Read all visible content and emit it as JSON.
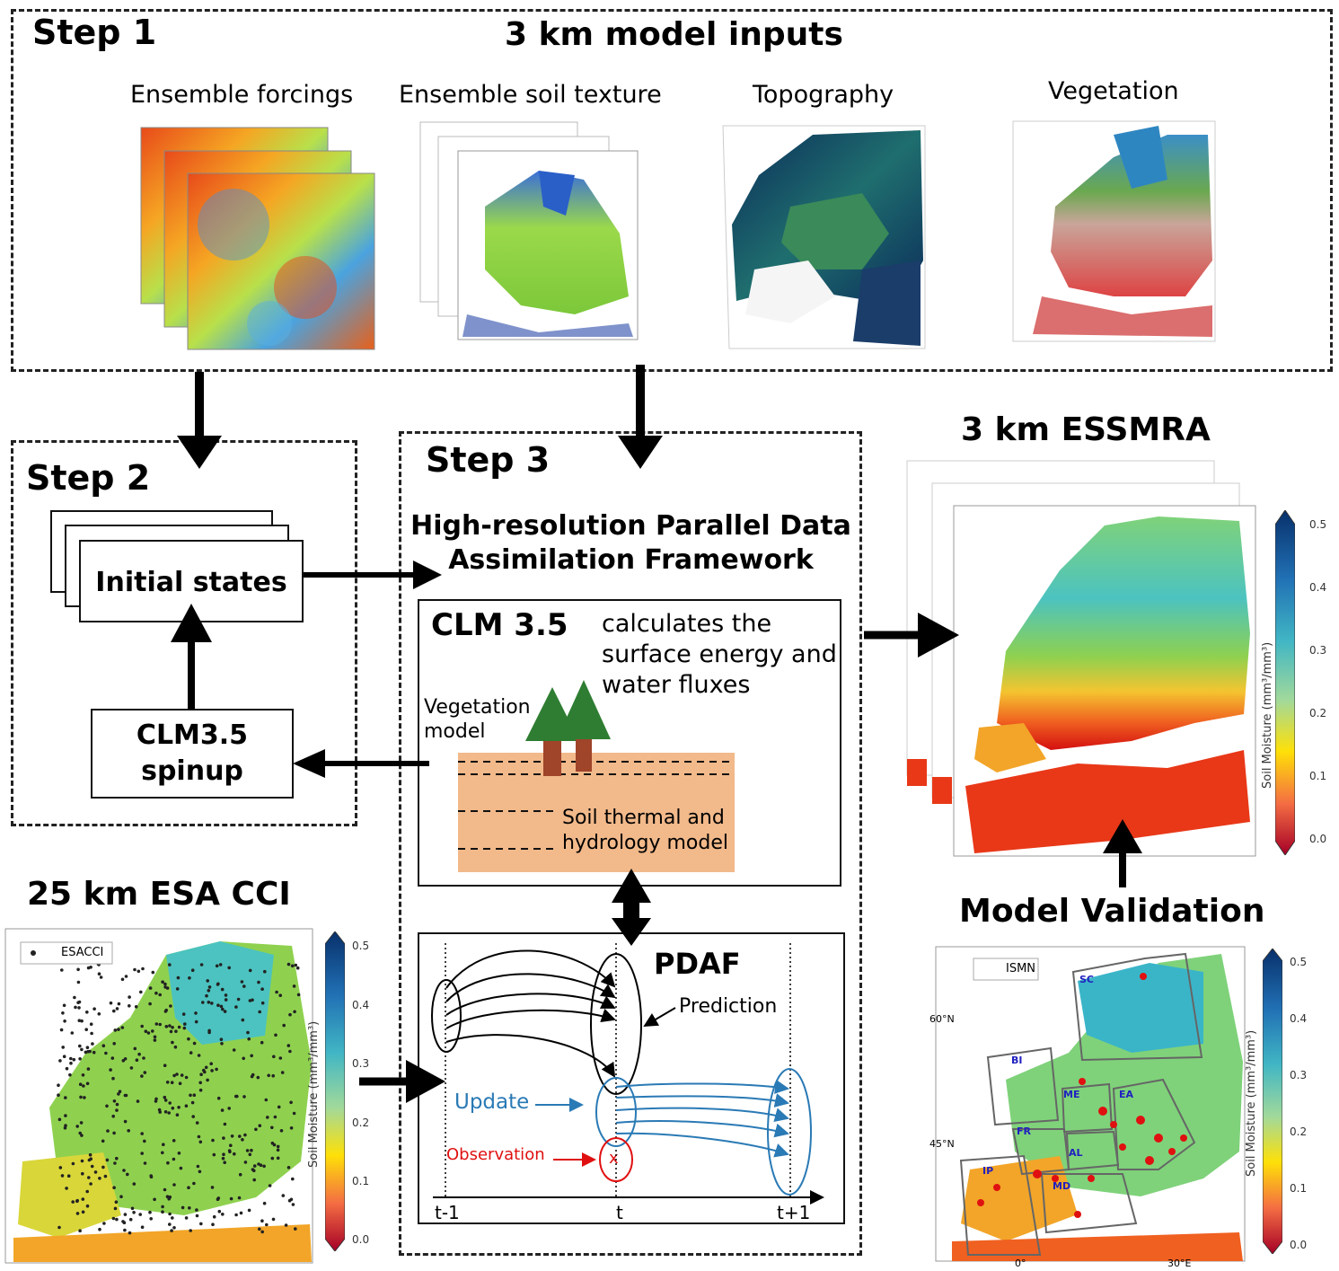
{
  "step1": {
    "label": "Step 1",
    "title": "3 km model inputs",
    "inputs": [
      "Ensemble forcings",
      "Ensemble soil texture",
      "Topography",
      "Vegetation"
    ]
  },
  "step2": {
    "label": "Step 2",
    "initial_states": "Initial states",
    "spinup_line1": "CLM3.5",
    "spinup_line2": "spinup"
  },
  "step3": {
    "label": "Step 3",
    "title_line1": "High-resolution Parallel Data",
    "title_line2": "Assimilation Framework",
    "clm": {
      "name": "CLM 3.5",
      "desc_line1": "calculates the",
      "desc_line2": "surface energy and",
      "desc_line3": "water fluxes",
      "veg_line1": "Vegetation",
      "veg_line2": "model",
      "soil_line1": "Soil thermal and",
      "soil_line2": "hydrology model"
    },
    "pdaf": {
      "name": "PDAF",
      "prediction": "Prediction",
      "update": "Update",
      "observation": "Observation",
      "obs_marker": "x",
      "t_prev": "t-1",
      "t_now": "t",
      "t_next": "t+1"
    }
  },
  "essmra": {
    "title": "3 km ESSMRA",
    "colorbar_title": "Soil Moisture (mm³/mm³)",
    "ticks": [
      "0.5",
      "0.4",
      "0.3",
      "0.2",
      "0.1",
      "0.0"
    ]
  },
  "esacci": {
    "title": "25 km ESA CCI",
    "legend": "ESACCI",
    "colorbar_title": "Soil Moisture (mm³/mm³)",
    "ticks": [
      "0.5",
      "0.4",
      "0.3",
      "0.2",
      "0.1",
      "0.0"
    ]
  },
  "validation": {
    "title": "Model Validation",
    "legend": "ISMN",
    "colorbar_title": "Soil Moisture (mm³/mm³)",
    "ticks": [
      "0.5",
      "0.4",
      "0.3",
      "0.2",
      "0.1",
      "0.0"
    ],
    "lat_labels": [
      "60°N",
      "45°N"
    ],
    "lon_labels": [
      "0°",
      "30°E"
    ],
    "regions": [
      "SC",
      "BI",
      "ME",
      "EA",
      "FR",
      "AL",
      "IP",
      "MD"
    ]
  },
  "colors": {
    "arrow": "#000000",
    "soil": "#f2b98a",
    "tree_crown": "#2e7d32",
    "tree_trunk": "#a0442a",
    "update_blue": "#2a7ab5",
    "obs_red": "#e01010"
  }
}
